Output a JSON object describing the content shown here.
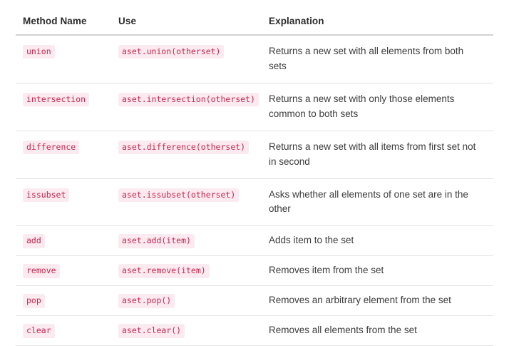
{
  "table": {
    "columns": [
      "Method Name",
      "Use",
      "Explanation"
    ],
    "rows": [
      {
        "method": "union",
        "use": "aset.union(otherset)",
        "explanation": "Returns a new set with all elements from both sets",
        "multiline": true
      },
      {
        "method": "intersection",
        "use": "aset.intersection(otherset)",
        "explanation": "Returns a new set with only those elements common to both sets",
        "multiline": true
      },
      {
        "method": "difference",
        "use": "aset.difference(otherset)",
        "explanation": "Returns a new set with all items from first set not in second",
        "multiline": true
      },
      {
        "method": "issubset",
        "use": "aset.issubset(otherset)",
        "explanation": "Asks whether all elements of one set are in the other",
        "multiline": true
      },
      {
        "method": "add",
        "use": "aset.add(item)",
        "explanation": "Adds item to the set",
        "multiline": false
      },
      {
        "method": "remove",
        "use": "aset.remove(item)",
        "explanation": "Removes item from the set",
        "multiline": false
      },
      {
        "method": "pop",
        "use": "aset.pop()",
        "explanation": "Removes an arbitrary element from the set",
        "multiline": false
      },
      {
        "method": "clear",
        "use": "aset.clear()",
        "explanation": "Removes all elements from the set",
        "multiline": false
      }
    ]
  },
  "colors": {
    "code_text": "#c7254e",
    "code_background": "#fbeaef",
    "body_text": "#3b3b3b",
    "header_text": "#2b2b2b",
    "header_rule": "#d2d2d2",
    "row_rule": "#e3e3e3",
    "page_background": "#ffffff"
  }
}
